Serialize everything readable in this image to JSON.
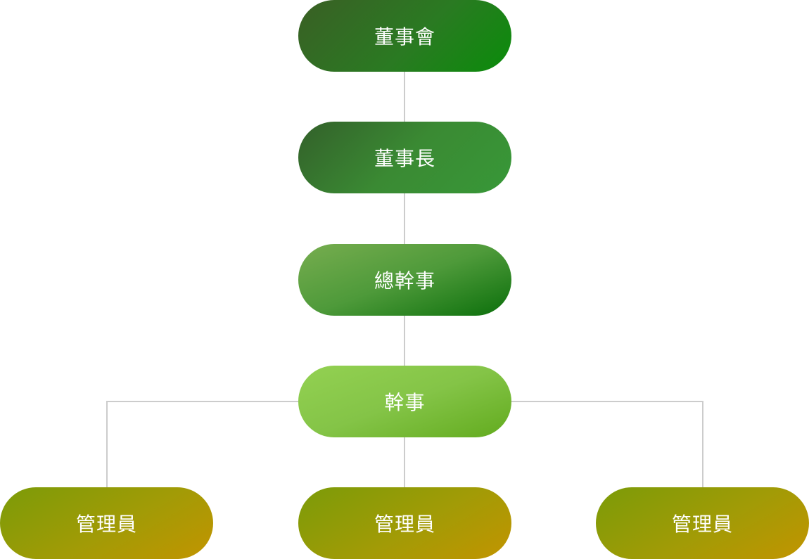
{
  "nodes": {
    "board": "董事會",
    "chairman": "董事長",
    "secretary_general": "總幹事",
    "secretary": "幹事",
    "admins": [
      "管理員",
      "管理員",
      "管理員"
    ]
  },
  "colors": {
    "connector": "#cccccc",
    "text": "#ffffff"
  }
}
